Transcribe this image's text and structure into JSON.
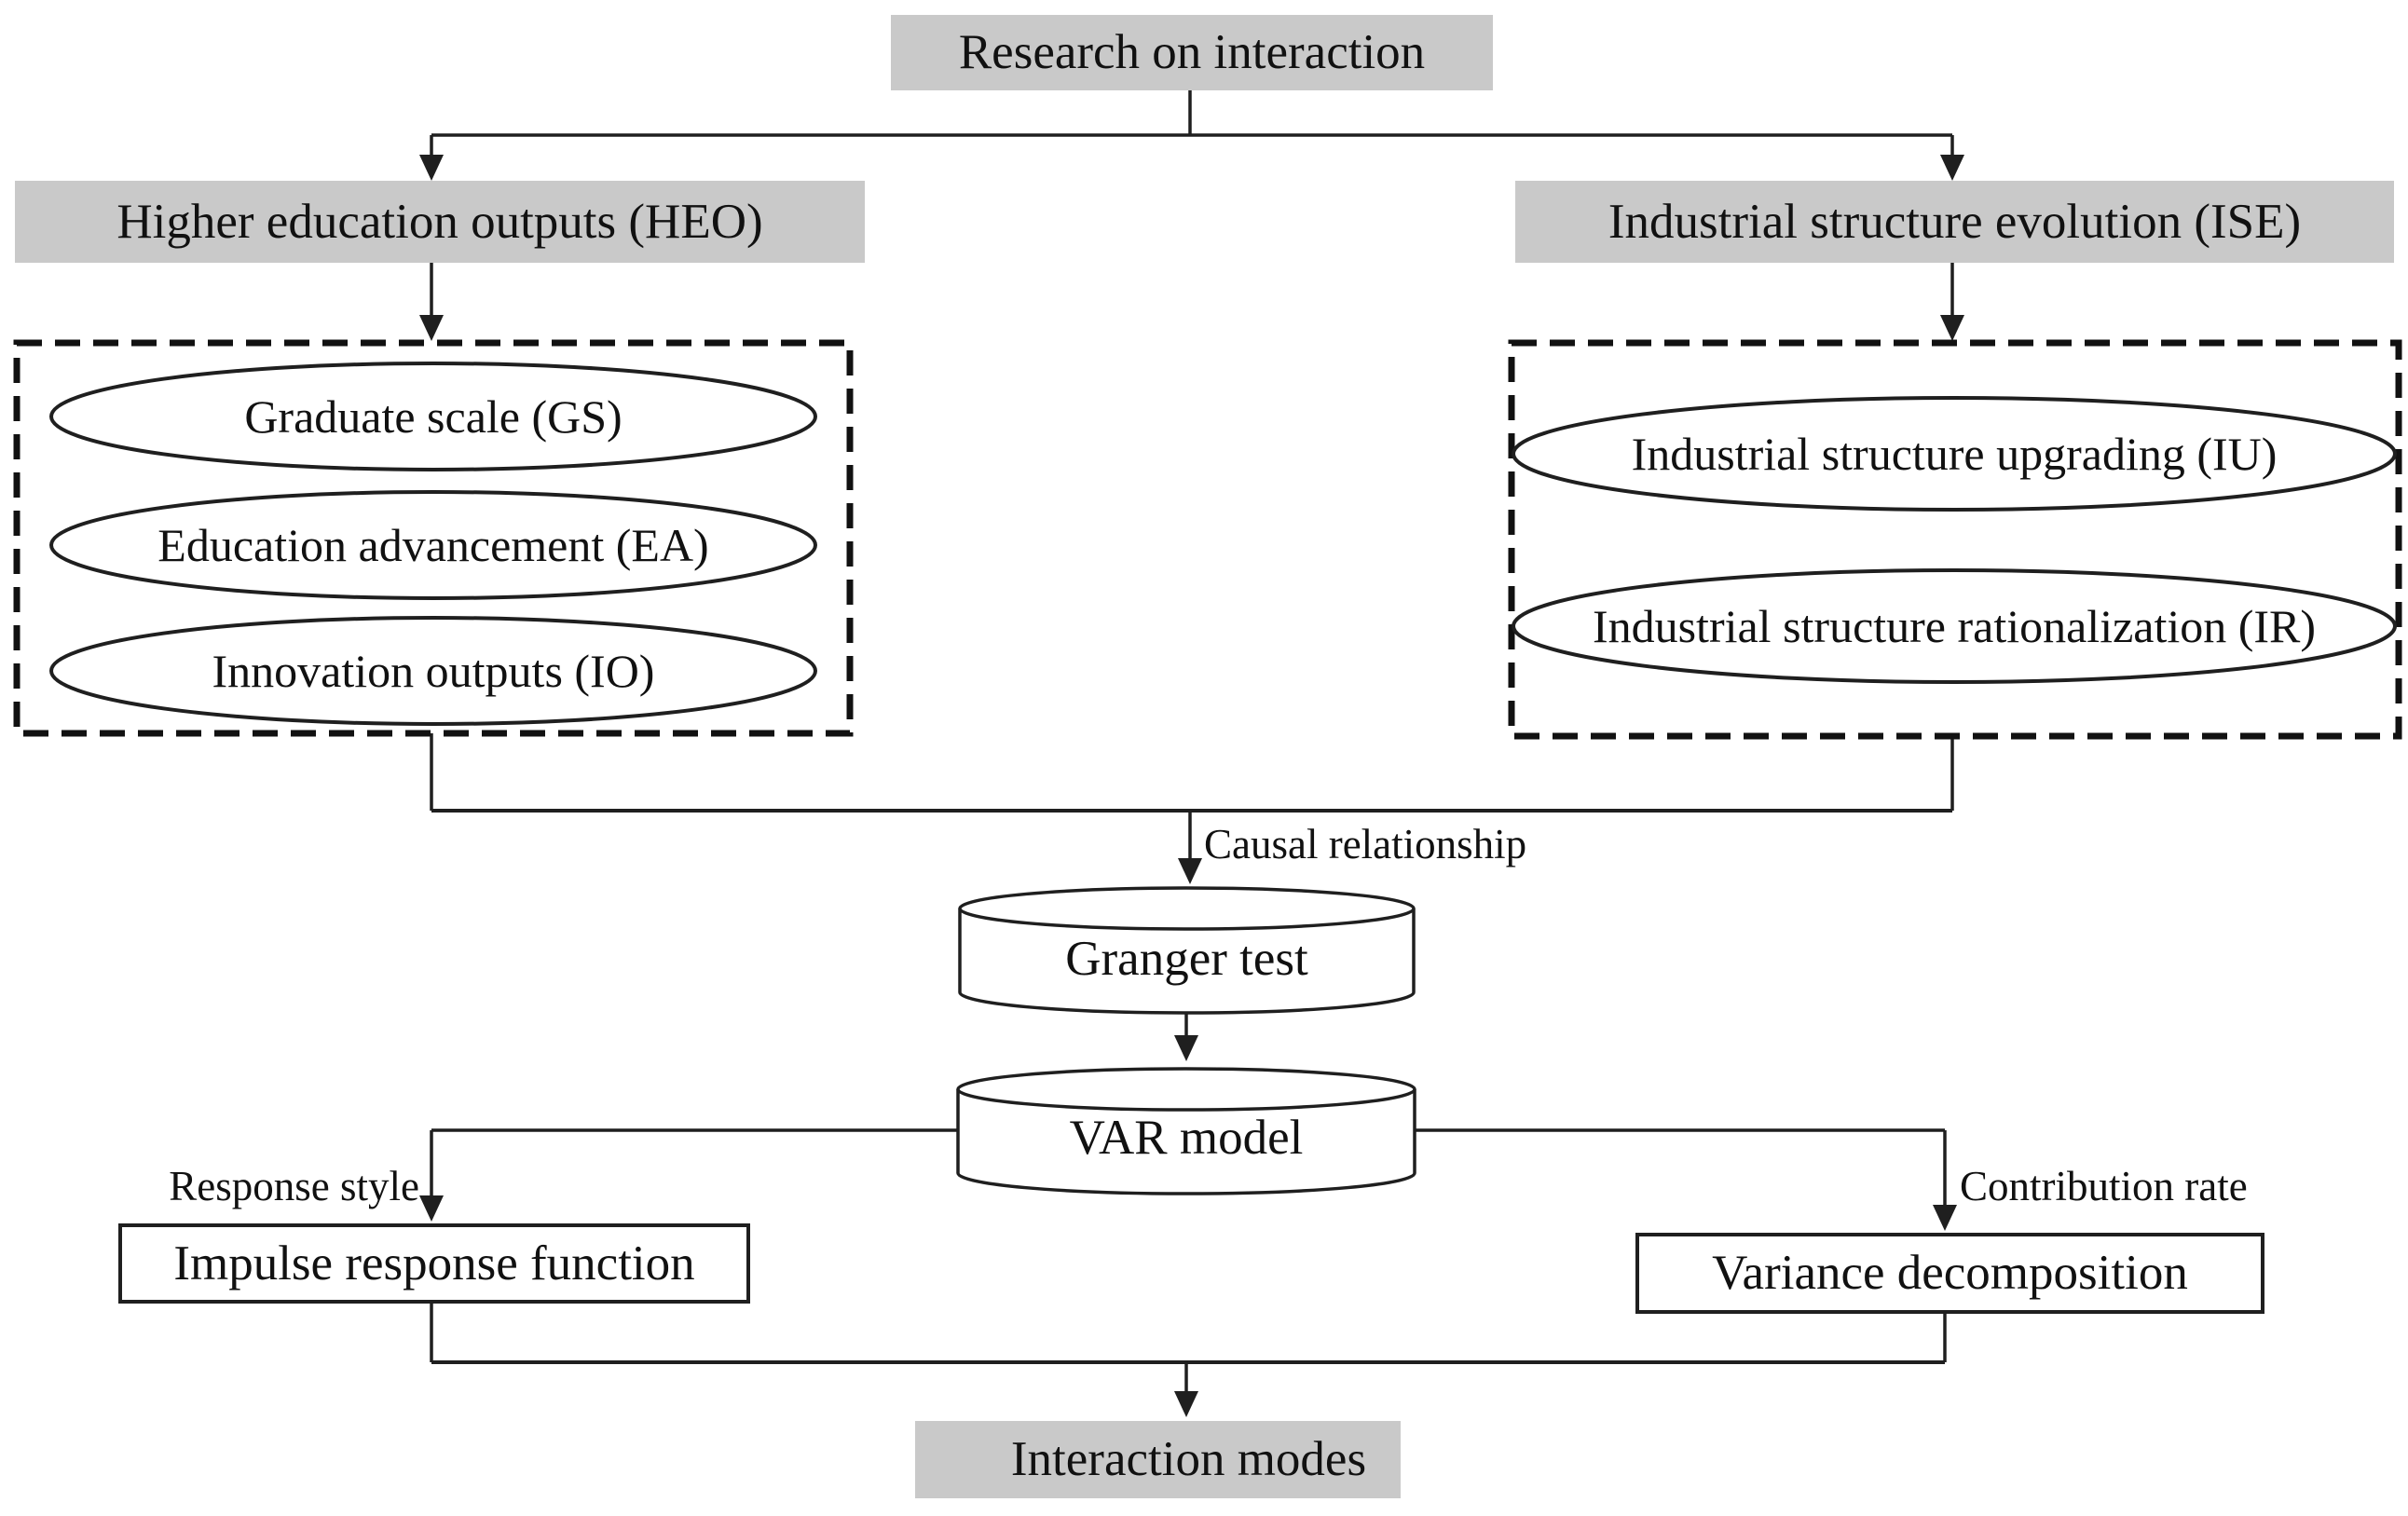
{
  "diagram": {
    "root": "Research on interaction",
    "heo": {
      "title": "Higher education outputs (HEO)",
      "items": [
        "Graduate scale (GS)",
        "Education advancement (EA)",
        "Innovation outputs (IO)"
      ]
    },
    "ise": {
      "title": "Industrial structure evolution (ISE)",
      "items": [
        "Industrial structure upgrading (IU)",
        "Industrial structure rationalization (IR)"
      ]
    },
    "edge_labels": {
      "causal": "Causal relationship",
      "response": "Response style",
      "contribution": "Contribution rate"
    },
    "methods": {
      "granger": "Granger test",
      "var": "VAR model",
      "impulse": "Impulse response function",
      "variance": "Variance decomposition"
    },
    "result": "Interaction modes",
    "colors": {
      "node_fill": "#c9c9c9",
      "line": "#1f1f1f",
      "text": "#111111",
      "white_fill": "#ffffff"
    }
  }
}
